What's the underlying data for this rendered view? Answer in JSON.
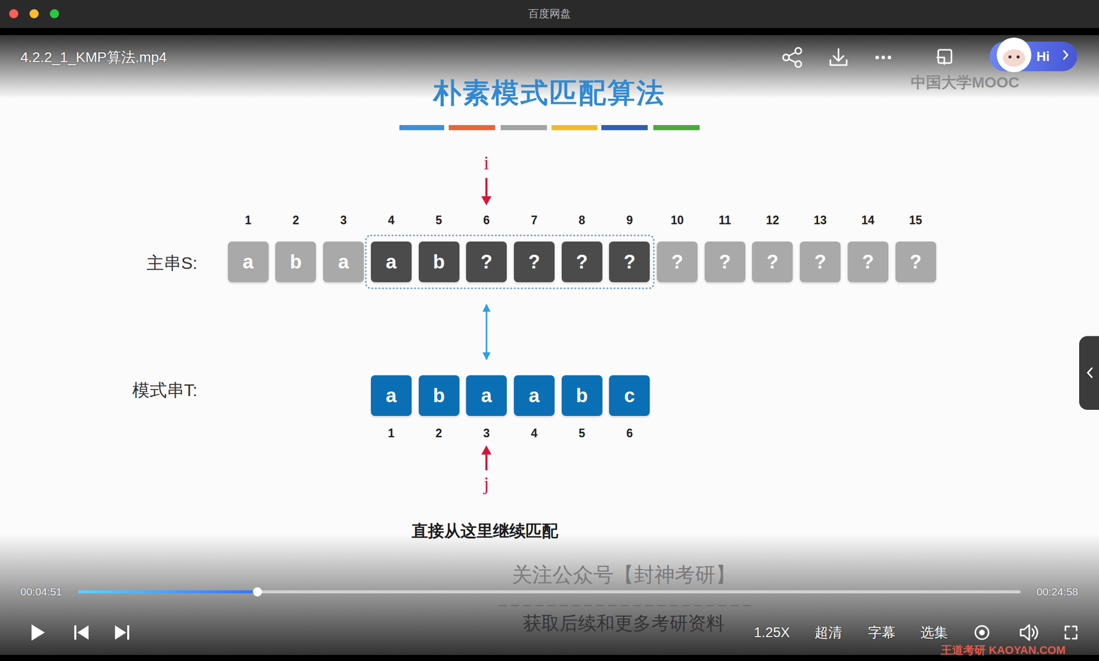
{
  "diagram": {
    "title": "朴素模式匹配算法",
    "nodes": [
      {
        "text": [
          "a"
        ]
      },
      {
        "text": [
          "b"
        ]
      },
      {
        "text": [
          "a"
        ]
      },
      {
        "text": [
          "a"
        ]
      },
      {
        "text": [
          "b"
        ]
      },
      {
        "text": [
          "?"
        ]
      },
      {
        "text": [
          "?"
        ]
      },
      {
        "text": [
          "?"
        ]
      },
      {
        "text": [
          "?"
        ]
      },
      {
        "text": [
          "?"
        ]
      },
      {
        "text": [
          "?"
        ]
      },
      {
        "text": [
          "?"
        ]
      },
      {
        "text": [
          "?"
        ]
      },
      {
        "text": [
          "?"
        ]
      },
      {
        "text": [
          "?"
        ]
      },
      {
        "text": [
          "a"
        ]
      },
      {
        "text": [
          "b"
        ]
      },
      {
        "text": [
          "a"
        ]
      },
      {
        "text": [
          "a"
        ]
      },
      {
        "text": [
          "b"
        ]
      },
      {
        "text": [
          "c"
        ]
      },
      {
        "text": [
          "Hi"
        ]
      }
    ],
    "edges": [
      {
        "from": 5,
        "to": 17,
        "arrow": "both"
      }
    ],
    "labels": [
      "百度网盘",
      "4.2.2_1_KMP算法.mp4",
      "中国大学MOOC",
      "i",
      "1",
      "2",
      "3",
      "4",
      "5",
      "6",
      "7",
      "8",
      "9",
      "10",
      "11",
      "12",
      "13",
      "14",
      "15",
      "主串S:",
      "模式串T:",
      "1",
      "2",
      "3",
      "4",
      "5",
      "6",
      "j",
      "直接从这里继续匹配",
      "关注公众号【封神考研】",
      "获取后续和更多考研资料",
      "00:04:51",
      "00:24:58",
      "1.25X",
      "超清",
      "字幕",
      "选集",
      "王道考研 KAOYAN.COM"
    ]
  }
}
